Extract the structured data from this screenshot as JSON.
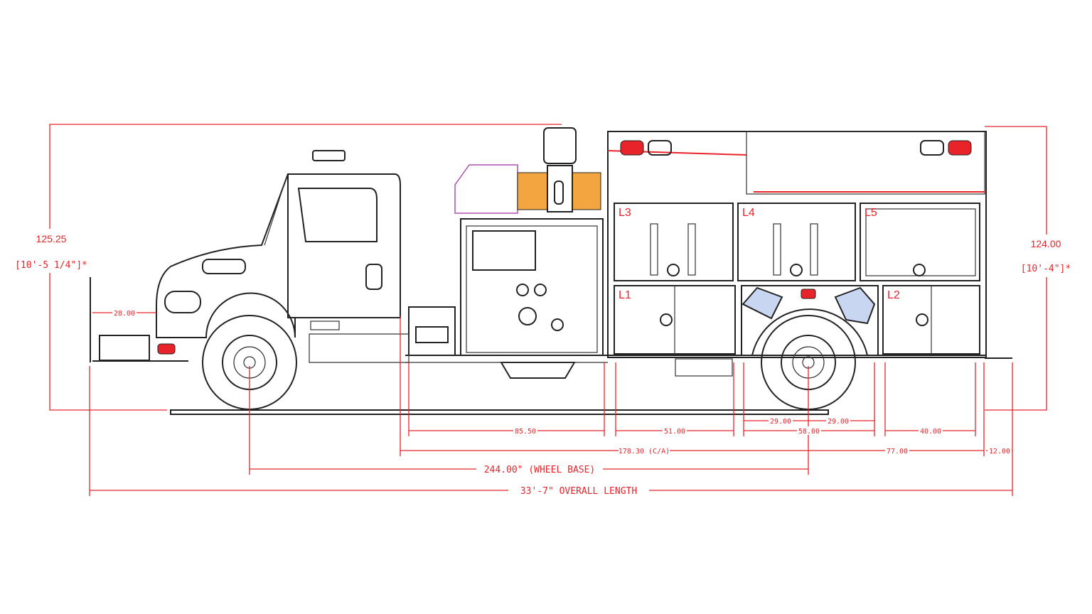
{
  "colors": {
    "dimension": "#e8242a",
    "outline": "#222222",
    "amber": "#f3a640",
    "magenta": "#b04fb0"
  },
  "heights": {
    "front": {
      "value": "125.25",
      "imperial": "[10'-5 1/4\"]*"
    },
    "rear": {
      "value": "124.00",
      "imperial": "[10'-4\"]*"
    }
  },
  "dimensions": {
    "front_overhang": "28.00",
    "d85": "85.50",
    "d51": "51.00",
    "d29a": "29.00",
    "d29b": "29.00",
    "d58": "58.00",
    "d40": "40.00",
    "ca": "178.30 (C/A)",
    "d77": "77.00",
    "d12": "12.00",
    "wheelbase": "244.00\" (WHEEL BASE)",
    "overall": "33'-7\" OVERALL LENGTH"
  },
  "compartments": [
    "L1",
    "L2",
    "L3",
    "L4",
    "L5"
  ]
}
